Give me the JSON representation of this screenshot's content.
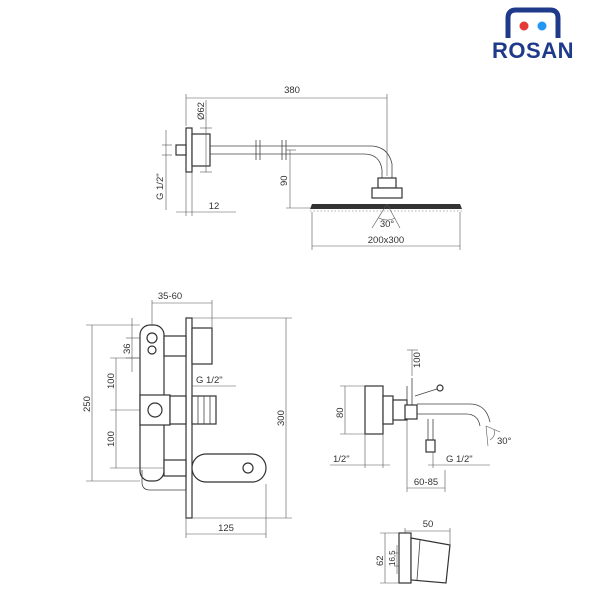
{
  "brand": {
    "name": "ROSAN",
    "colors": {
      "navy": "#1f3a8a",
      "red": "#e53935",
      "blue": "#2196f3"
    }
  },
  "shower_head_view": {
    "arm_length": "380",
    "flange_dia": "Ø62",
    "thread": "G 1/2\"",
    "depth": "12",
    "drop": "90",
    "angle": "30°",
    "head_size": "200x300"
  },
  "concealed_mixer_view": {
    "top_offset": "35-60",
    "small_spacing": "36",
    "upper_spacing": "100",
    "lower_spacing": "100",
    "total_height": "250",
    "plate_height": "300",
    "thread": "G 1/2\"",
    "depth": "125"
  },
  "bath_spout_view": {
    "height": "80",
    "spout_height": "100",
    "thread_left": "1/2\"",
    "thread_right": "G 1/2\"",
    "projection": "60-85",
    "angle": "30°"
  },
  "hand_shower_view": {
    "width": "50",
    "height": "62",
    "inner_height": "16,5"
  }
}
